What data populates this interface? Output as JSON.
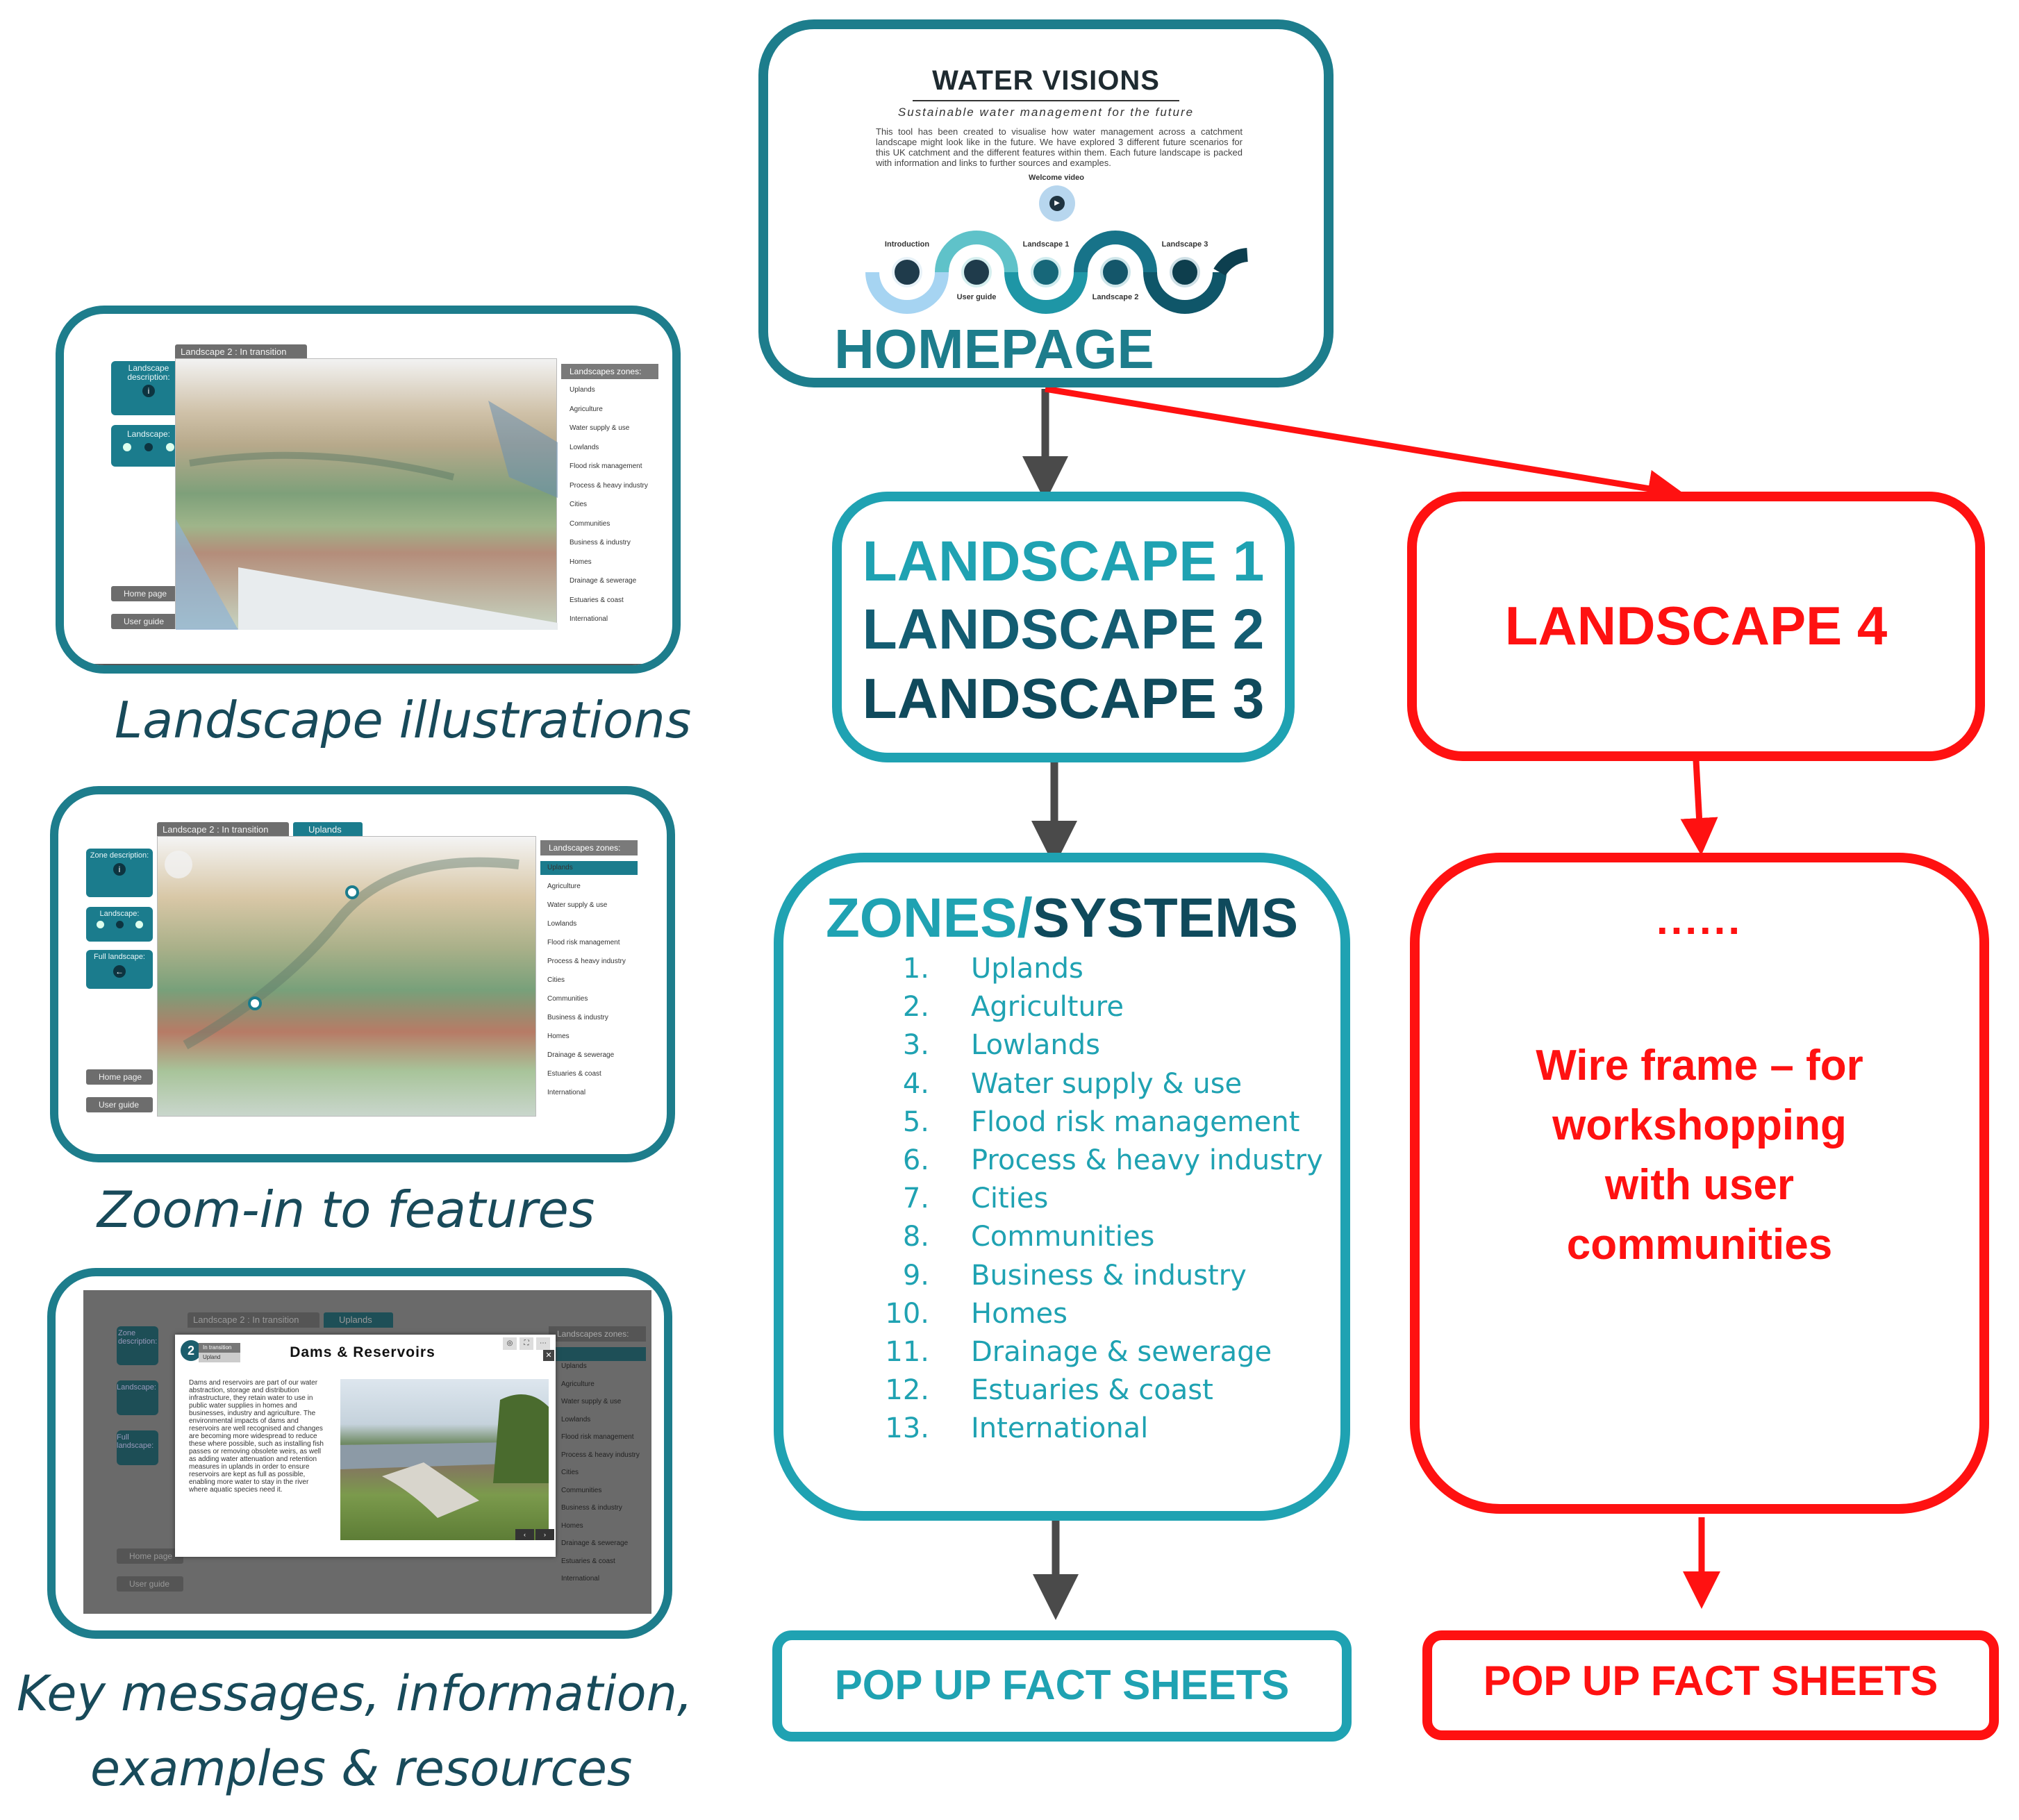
{
  "homepage": {
    "app_title": "WATER VISIONS",
    "subtitle": "Sustainable water management for the future",
    "description": "This tool has been created to visualise how water management across a catchment landscape might look like in the future. We have explored 3 different future scenarios for this UK catchment and the different features within them. Each future landscape is packed with information and links to further sources and examples.",
    "nav": {
      "welcome_video": "Welcome video",
      "introduction": "Introduction",
      "user_guide": "User guide",
      "landscape1": "Landscape 1",
      "landscape2": "Landscape 2",
      "landscape3": "Landscape 3"
    },
    "label": "HOMEPAGE"
  },
  "landscapes": {
    "l1": "LANDSCAPE 1",
    "l2": "LANDSCAPE 2",
    "l3": "LANDSCAPE 3",
    "l4": "LANDSCAPE 4"
  },
  "zones": {
    "title_a": "ZONES/",
    "title_b": "SYSTEMS",
    "items": [
      {
        "num": "1.",
        "label": "Uplands"
      },
      {
        "num": "2.",
        "label": "Agriculture"
      },
      {
        "num": "3.",
        "label": "Lowlands"
      },
      {
        "num": "4.",
        "label": "Water supply & use"
      },
      {
        "num": "5.",
        "label": "Flood risk management"
      },
      {
        "num": "6.",
        "label": "Process & heavy industry"
      },
      {
        "num": "7.",
        "label": "Cities"
      },
      {
        "num": "8.",
        "label": "Communities"
      },
      {
        "num": "9.",
        "label": "Business & industry"
      },
      {
        "num": "10.",
        "label": "Homes"
      },
      {
        "num": "11.",
        "label": "Drainage & sewerage"
      },
      {
        "num": "12.",
        "label": "Estuaries & coast"
      },
      {
        "num": "13.",
        "label": "International"
      }
    ]
  },
  "wireframe": {
    "dots": "......",
    "text": "Wire frame – for workshopping with user communities"
  },
  "popups": {
    "left": "POP UP FACT SHEETS",
    "right": "POP UP FACT SHEETS"
  },
  "captions": {
    "c1": "Landscape illustrations",
    "c2": "Zoom-in to features",
    "c3a": "Key messages, information,",
    "c3b": "examples & resources"
  },
  "shot1": {
    "tab": "Landscape 2 : In transition",
    "landscape_description": "Landscape description:",
    "landscape": "Landscape:",
    "home_page": "Home page",
    "user_guide": "User guide",
    "zones_header": "Landscapes zones:",
    "zones": [
      "Uplands",
      "Agriculture",
      "Water supply & use",
      "Lowlands",
      "Flood risk management",
      "Process & heavy industry",
      "Cities",
      "Communities",
      "Business & industry",
      "Homes",
      "Drainage & sewerage",
      "Estuaries & coast",
      "International"
    ]
  },
  "shot2": {
    "tab": "Landscape 2 : In transition",
    "tab2": "Uplands",
    "zone_description": "Zone description:",
    "landscape": "Landscape:",
    "full_landscape": "Full landscape:",
    "home_page": "Home page",
    "user_guide": "User guide",
    "zones_header": "Landscapes zones:",
    "zones": [
      "Uplands",
      "Agriculture",
      "Water supply & use",
      "Lowlands",
      "Flood risk management",
      "Process & heavy industry",
      "Cities",
      "Communities",
      "Business & industry",
      "Homes",
      "Drainage & sewerage",
      "Estuaries & coast",
      "International"
    ]
  },
  "shot3": {
    "tab": "Landscape 2 : In transition",
    "tab2": "Uplands",
    "zone_description": "Zone description:",
    "landscape": "Landscape:",
    "full_landscape": "Full landscape:",
    "home_page": "Home page",
    "user_guide": "User guide",
    "zones_header": "Landscapes zones:",
    "zones": [
      "Uplands",
      "Agriculture",
      "Water supply & use",
      "Lowlands",
      "Flood risk management",
      "Process & heavy industry",
      "Cities",
      "Communities",
      "Business & industry",
      "Homes",
      "Drainage & sewerage",
      "Estuaries & coast",
      "International"
    ],
    "popup": {
      "number": "2",
      "tag1": "In transition",
      "tag2": "Upland",
      "title": "Dams & Reservoirs",
      "body": "Dams and reservoirs are part of our water abstraction, storage and distribution infrastructure, they retain water to use in public water supplies in homes and businesses, industry and agriculture. The environmental impacts of dams and reservoirs are well recognised and changes are becoming more widespread to reduce these where possible, such as installing fish passes or removing obsolete weirs, as well as adding water attenuation and retention measures in uplands in order to ensure reservoirs are kept as full as possible, enabling more water to stay in the river where aquatic species need it."
    }
  },
  "colors": {
    "teal": "#1fa2b2",
    "teal_dark": "#1d7d8c",
    "navy": "#0f4a5c",
    "red": "#ff1111",
    "arrow": "#4a4a4a"
  }
}
